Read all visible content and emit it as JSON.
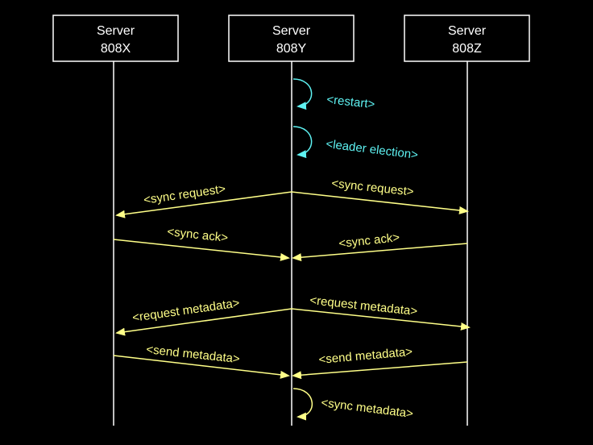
{
  "servers": [
    {
      "line1": "Server",
      "line2": "808X"
    },
    {
      "line1": "Server",
      "line2": "808Y"
    },
    {
      "line1": "Server",
      "line2": "808Z"
    }
  ],
  "self_messages": [
    {
      "label": "<restart>",
      "color": "#5ef2f2"
    },
    {
      "label": "<leader election>",
      "color": "#5ef2f2"
    },
    {
      "label": "<sync metadata>",
      "color": "#ffff88"
    }
  ],
  "messages": [
    {
      "label": "<sync request>",
      "from": "808Y",
      "to": "808X"
    },
    {
      "label": "<sync request>",
      "from": "808Y",
      "to": "808Z"
    },
    {
      "label": "<sync ack>",
      "from": "808X",
      "to": "808Y"
    },
    {
      "label": "<sync ack>",
      "from": "808Z",
      "to": "808Y"
    },
    {
      "label": "<request metadata>",
      "from": "808Y",
      "to": "808X"
    },
    {
      "label": "<request metadata>",
      "from": "808Y",
      "to": "808Z"
    },
    {
      "label": "<send metadata>",
      "from": "808X",
      "to": "808Y"
    },
    {
      "label": "<send metadata>",
      "from": "808Z",
      "to": "808Y"
    }
  ],
  "colors": {
    "background": "#000000",
    "message": "#ffff88",
    "lifecycle": "#5ef2f2",
    "box": "#ffffff"
  }
}
